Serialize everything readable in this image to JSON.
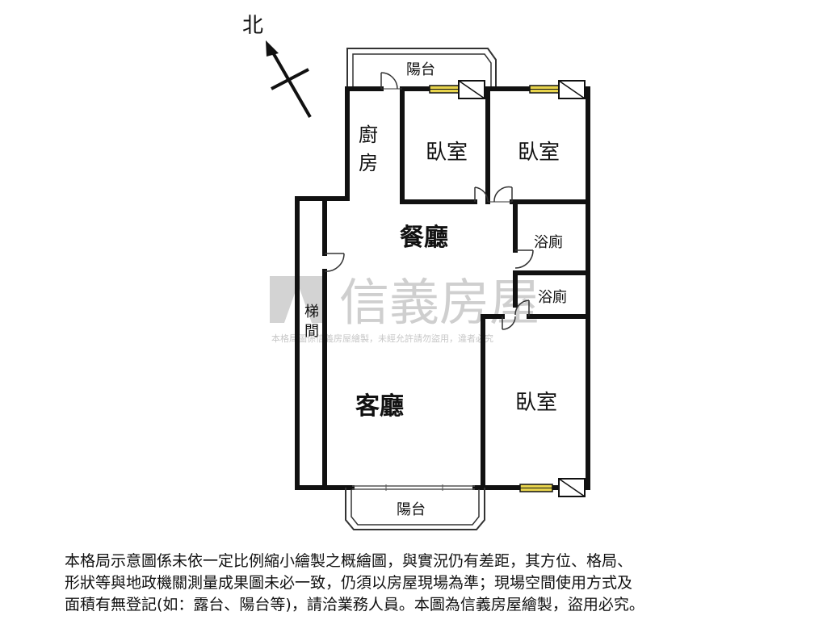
{
  "compass": {
    "label": "北",
    "icon": "north-arrow-icon"
  },
  "rooms": {
    "balcony_top": "陽台",
    "kitchen_line1": "廚",
    "kitchen_line2": "房",
    "bedroom_1": "臥室",
    "bedroom_2": "臥室",
    "dining": "餐廳",
    "bath_1": "浴廁",
    "bath_2": "浴廁",
    "stair_line1": "梯",
    "stair_line2": "間",
    "living": "客廳",
    "bedroom_3": "臥室",
    "balcony_bottom": "陽台"
  },
  "watermark": {
    "brand": "信義房屋",
    "notice": "本格局圖係信義房屋繪製，未經允許請勿盜用，違者必究",
    "color": "#9a9a9a"
  },
  "disclaimer": {
    "line1": "本格局示意圖係未依一定比例縮小繪製之概繪圖，與實況仍有差距，其方位、格局、",
    "line2": "形狀等與地政機關測量成果圖未必一致，仍須以房屋現場為準；現場空間使用方式及",
    "line3": "面積有無登記(如：露台、陽台等)，請洽業務人員。本圖為信義房屋繪製，盜用必究。"
  },
  "colors": {
    "wall": "#111111",
    "window_glass": "#e8d44d",
    "door": "#333333"
  }
}
